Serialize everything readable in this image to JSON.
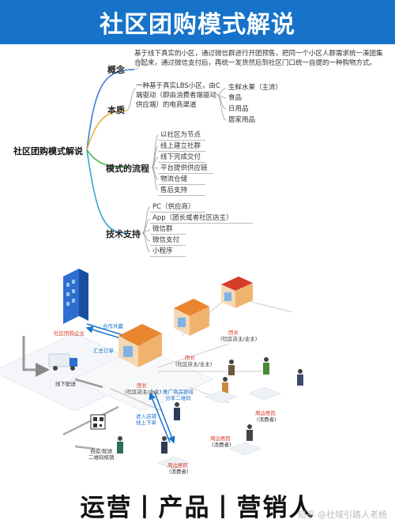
{
  "title": "社区团购模式解说",
  "root": "社区团购模式解说",
  "branches": {
    "concept": {
      "label": "概念",
      "text_line1": "基于线下真实的小区，通过微信群进行开团预售，把同一个小区人群需求统一凑团集",
      "text_line2": "合起来，通过微信支付后，再统一发货然后到社区门口统一自提的一种购物方式。"
    },
    "essence": {
      "label": "本质",
      "text_line1": "一种基于真实LBS小区，由C",
      "text_line2": "端驱动（即由消费者端驱动",
      "text_line3": "供应端）的电商渠道",
      "items": [
        "生鲜水果（主流）",
        "食品",
        "日用品",
        "居家用品"
      ]
    },
    "flow": {
      "label": "模式的流程",
      "items": [
        "以社区为节点",
        "线上建立社群",
        "线下完成交付",
        "平台提供供应链",
        "物流仓储",
        "售后支持"
      ]
    },
    "tech": {
      "label": "技术支持",
      "items": [
        "PC（供应商）",
        "App（团长或者社区店主）",
        "微信群",
        "微信支付",
        "小程序"
      ]
    }
  },
  "diagram": {
    "enterprise": "社区团购企业",
    "cooperation": "合作共赢",
    "summary_order": "汇总订单",
    "offline_delivery": "线下配送",
    "leader": "团长",
    "leader_sub": "(社区店主/业主)",
    "promo_line1": "推广商品链接",
    "promo_line2": "分享二维码",
    "enter_line1": "进入店铺",
    "enter_line2": "线上下单",
    "pickup_line1": "自提/配送",
    "pickup_line2": "二维码核销",
    "resident": "周边居民",
    "resident_sub": "(消费者)"
  },
  "footer": "运营丨产品丨营销人",
  "watermark": "知乎 @社域引路人老杨",
  "colors": {
    "banner": "#1673c9",
    "leader_red": "#d63b2b",
    "arrow_blue": "#1673c9",
    "shop_orange": "#e9852e"
  },
  "icons": [
    "building-icon",
    "shop-icon",
    "truck-icon",
    "qr-code-icon",
    "person-icon"
  ]
}
